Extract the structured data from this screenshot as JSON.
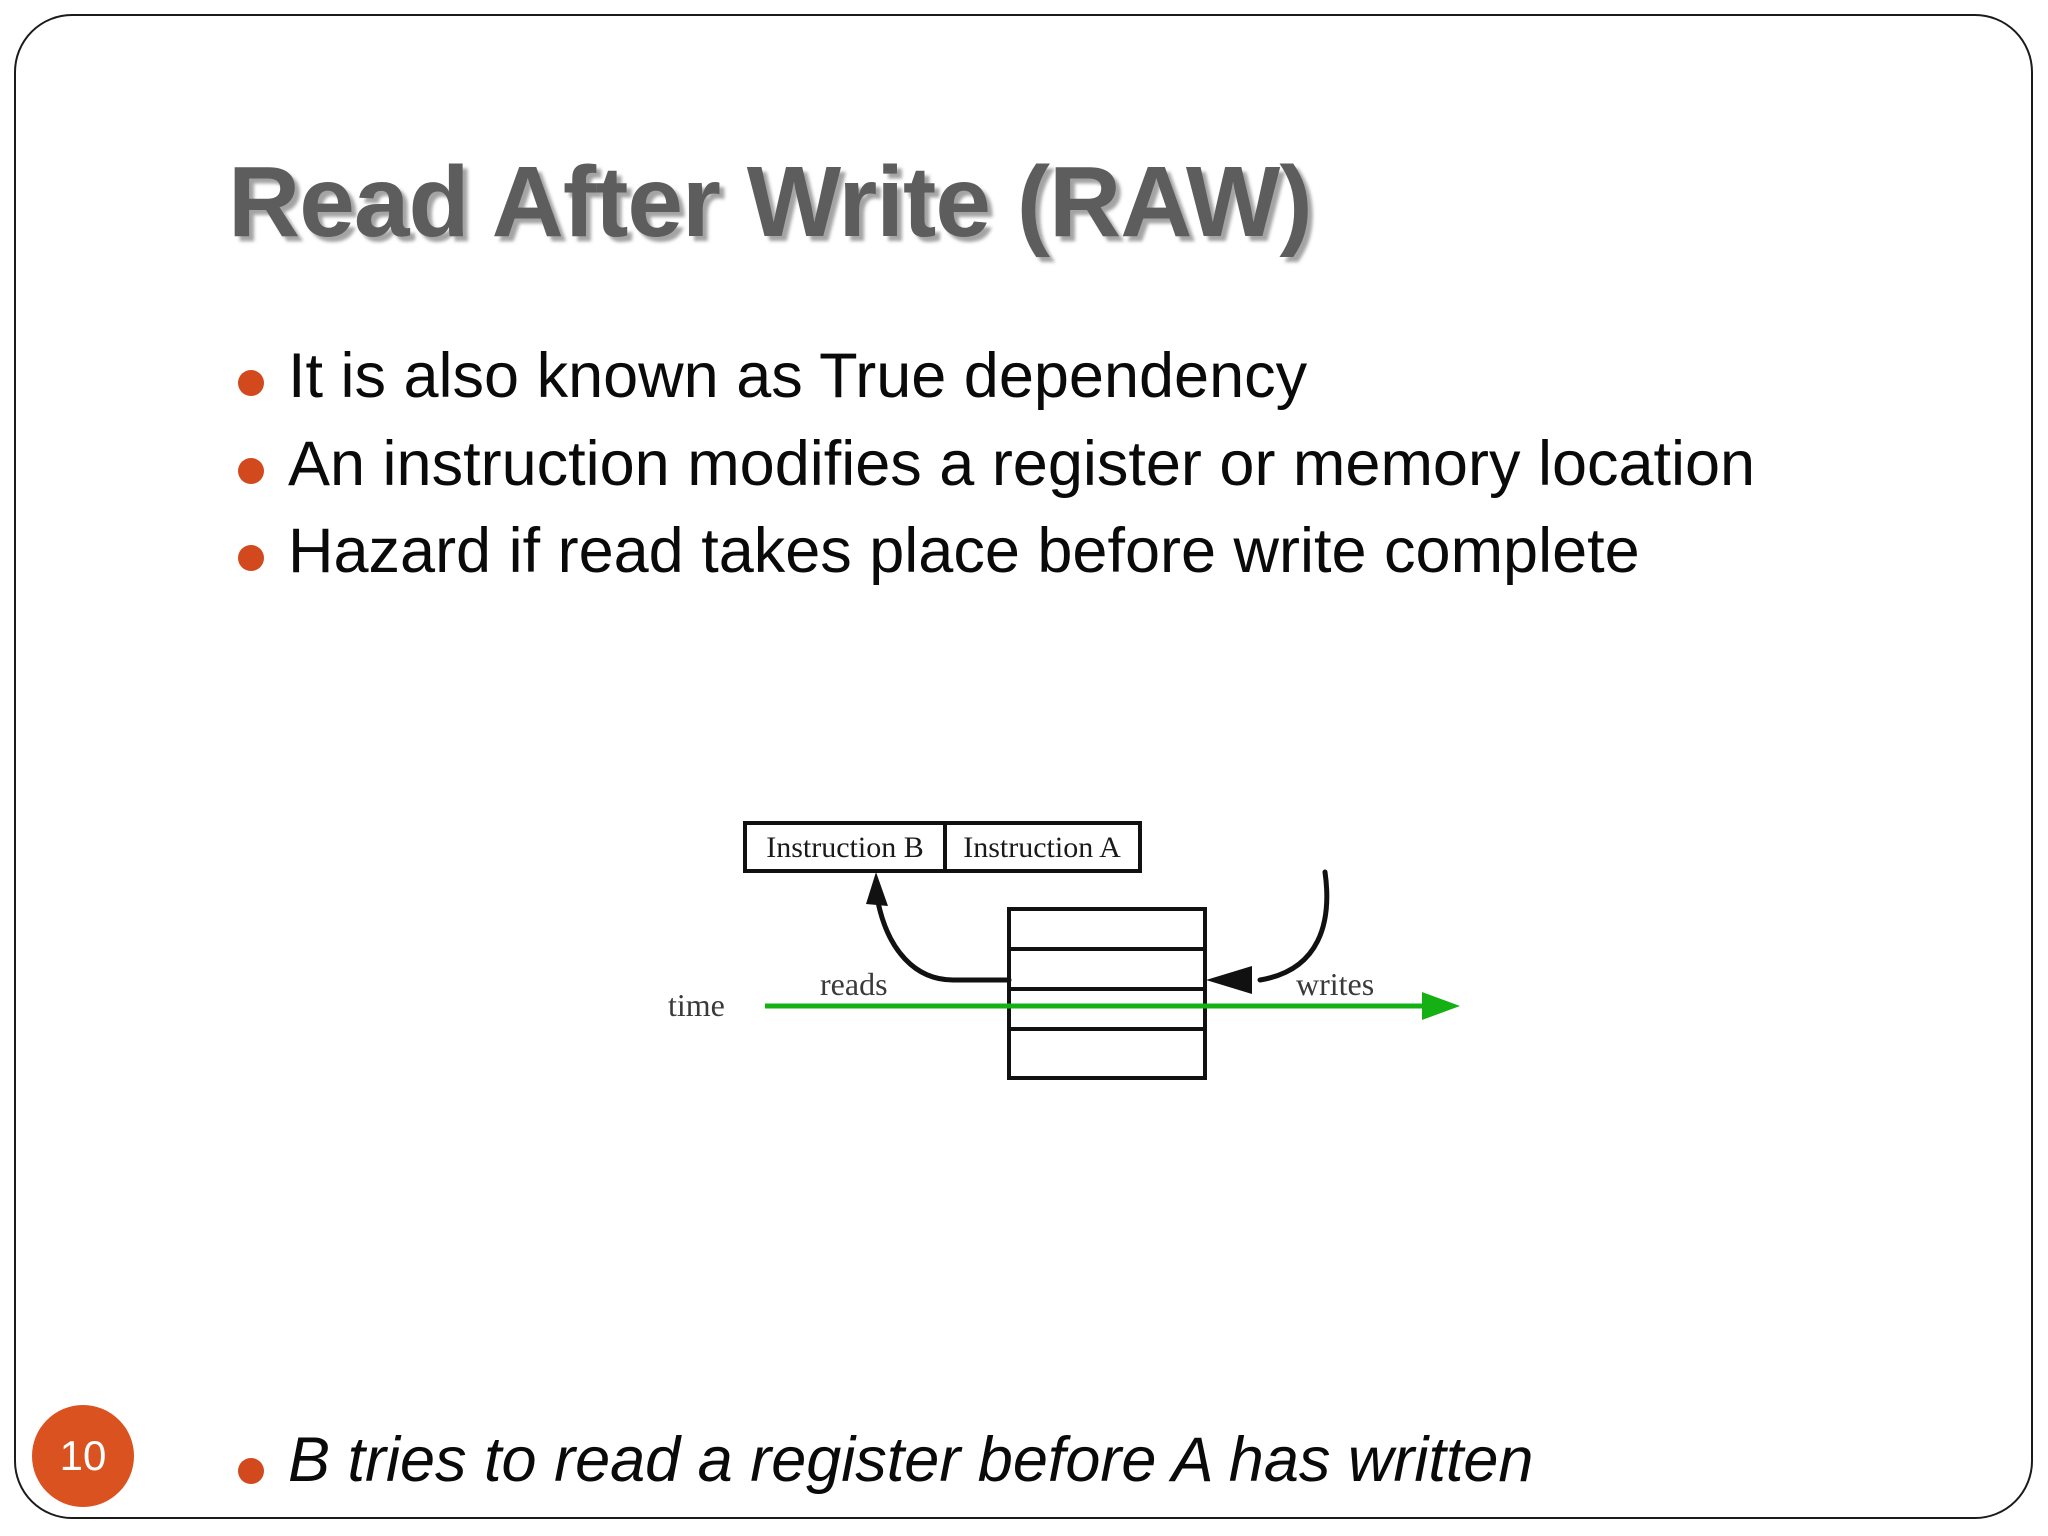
{
  "slide": {
    "title": "Read After Write (RAW)",
    "title_color": "#5d5d5d",
    "bullet_color": "#d2491e",
    "background_color": "#ffffff",
    "border_color": "#1b1b1b",
    "page_number": "10",
    "page_badge_color": "#d9521f"
  },
  "bullets": [
    {
      "text": "It is also known as True dependency"
    },
    {
      "text": "An instruction modifies a register or memory location"
    },
    {
      "text": "Hazard if read takes place before write complete"
    }
  ],
  "footer_bullet": {
    "text": "B tries to read a register before A has written"
  },
  "diagram": {
    "instruction_b_label": "Instruction B",
    "instruction_a_label": "Instruction A",
    "time_label": "time",
    "reads_label": "reads",
    "writes_label": "writes",
    "timeline_color": "#14b014",
    "line_color": "#111111",
    "register_rows": 4
  }
}
